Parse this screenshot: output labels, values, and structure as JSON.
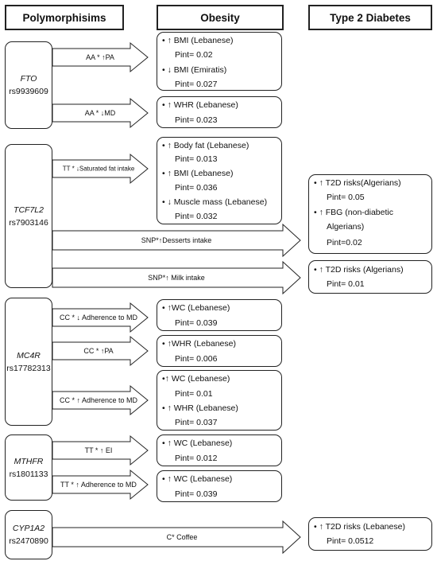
{
  "headers": {
    "polymorphisms": "Polymorphisims",
    "obesity": "Obesity",
    "t2d": "Type 2 Diabetes"
  },
  "genes": [
    {
      "name": "FTO",
      "rs": "rs9939609"
    },
    {
      "name": "TCF7L2",
      "rs": "rs7903146"
    },
    {
      "name": "MC4R",
      "rs": "rs17782313"
    },
    {
      "name": "MTHFR",
      "rs": "rs1801133"
    },
    {
      "name": "CYP1A2",
      "rs": "rs2470890"
    }
  ],
  "arrow_labels": [
    "AA * ↑PA",
    "AA * ↓MD",
    "TT * ↓Saturated fat intake",
    "SNP*↑Desserts intake",
    "SNP*↑ Milk intake",
    "CC * ↓ Adherence to MD",
    "CC * ↑PA",
    "CC * ↑ Adherence to MD",
    "TT * ↑ EI",
    "TT * ↑ Adherence to MD",
    "C* Coffee"
  ],
  "outcomes": [
    {
      "lines": [
        "• ↑ BMI (Lebanese)",
        "Pint= 0.02",
        "• ↓ BMI (Emiratis)",
        "Pint= 0.027"
      ]
    },
    {
      "lines": [
        "• ↑ WHR (Lebanese)",
        "Pint= 0.023"
      ]
    },
    {
      "lines": [
        "• ↑ Body fat (Lebanese)",
        "Pint= 0.013",
        "• ↑ BMI (Lebanese)",
        "Pint= 0.036",
        "• ↓ Muscle mass (Lebanese)",
        "Pint= 0.032"
      ]
    },
    {
      "lines": [
        "• ↑ T2D risks(Algerians)",
        "Pint= 0.05",
        "• ↑ FBG (non-diabetic",
        "Algerians)",
        "Pint=0.02"
      ]
    },
    {
      "lines": [
        "• ↑ T2D risks (Algerians)",
        "Pint= 0.01"
      ]
    },
    {
      "lines": [
        "• ↑WC (Lebanese)",
        "Pint= 0.039"
      ]
    },
    {
      "lines": [
        "• ↑WHR (Lebanese)",
        "Pint= 0.006"
      ]
    },
    {
      "lines": [
        "•↑ WC (Lebanese)",
        "Pint= 0.01",
        "• ↑ WHR (Lebanese)",
        "Pint= 0.037"
      ]
    },
    {
      "lines": [
        "• ↑ WC (Lebanese)",
        "Pint= 0.012"
      ]
    },
    {
      "lines": [
        "• ↑ WC (Lebanese)",
        "Pint= 0.039"
      ]
    },
    {
      "lines": [
        "• ↑ T2D risks (Lebanese)",
        "Pint= 0.0512"
      ]
    }
  ]
}
